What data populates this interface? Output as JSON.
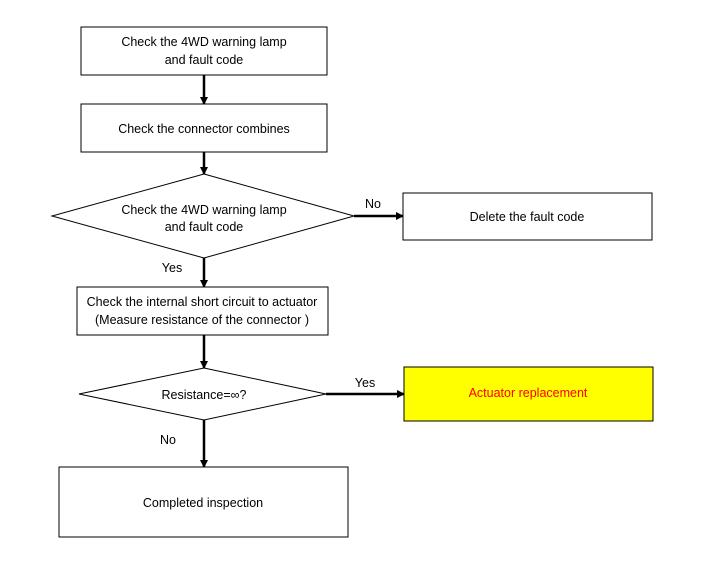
{
  "diagram": {
    "colors": {
      "stroke": "#000000",
      "background": "#ffffff",
      "highlight_fill": "#ffff00",
      "highlight_text": "#ff0000"
    },
    "nodes": {
      "check_lamp": {
        "line1": "Check the 4WD warning lamp",
        "line2": "and fault code"
      },
      "check_connector": {
        "text": "Check the connector combines"
      },
      "decision_lamp": {
        "line1": "Check the 4WD warning lamp",
        "line2": "and fault code"
      },
      "delete_code": {
        "text": "Delete the fault code"
      },
      "check_short": {
        "line1": "Check the internal short circuit to actuator",
        "line2": "(Measure resistance of the connector )"
      },
      "decision_resistance": {
        "text": "Resistance=∞?"
      },
      "actuator_replacement": {
        "text": "Actuator replacement"
      },
      "completed": {
        "text": "Completed inspection"
      }
    },
    "edges": {
      "lamp_no": "No",
      "lamp_yes": "Yes",
      "resistance_yes": "Yes",
      "resistance_no": "No"
    }
  }
}
